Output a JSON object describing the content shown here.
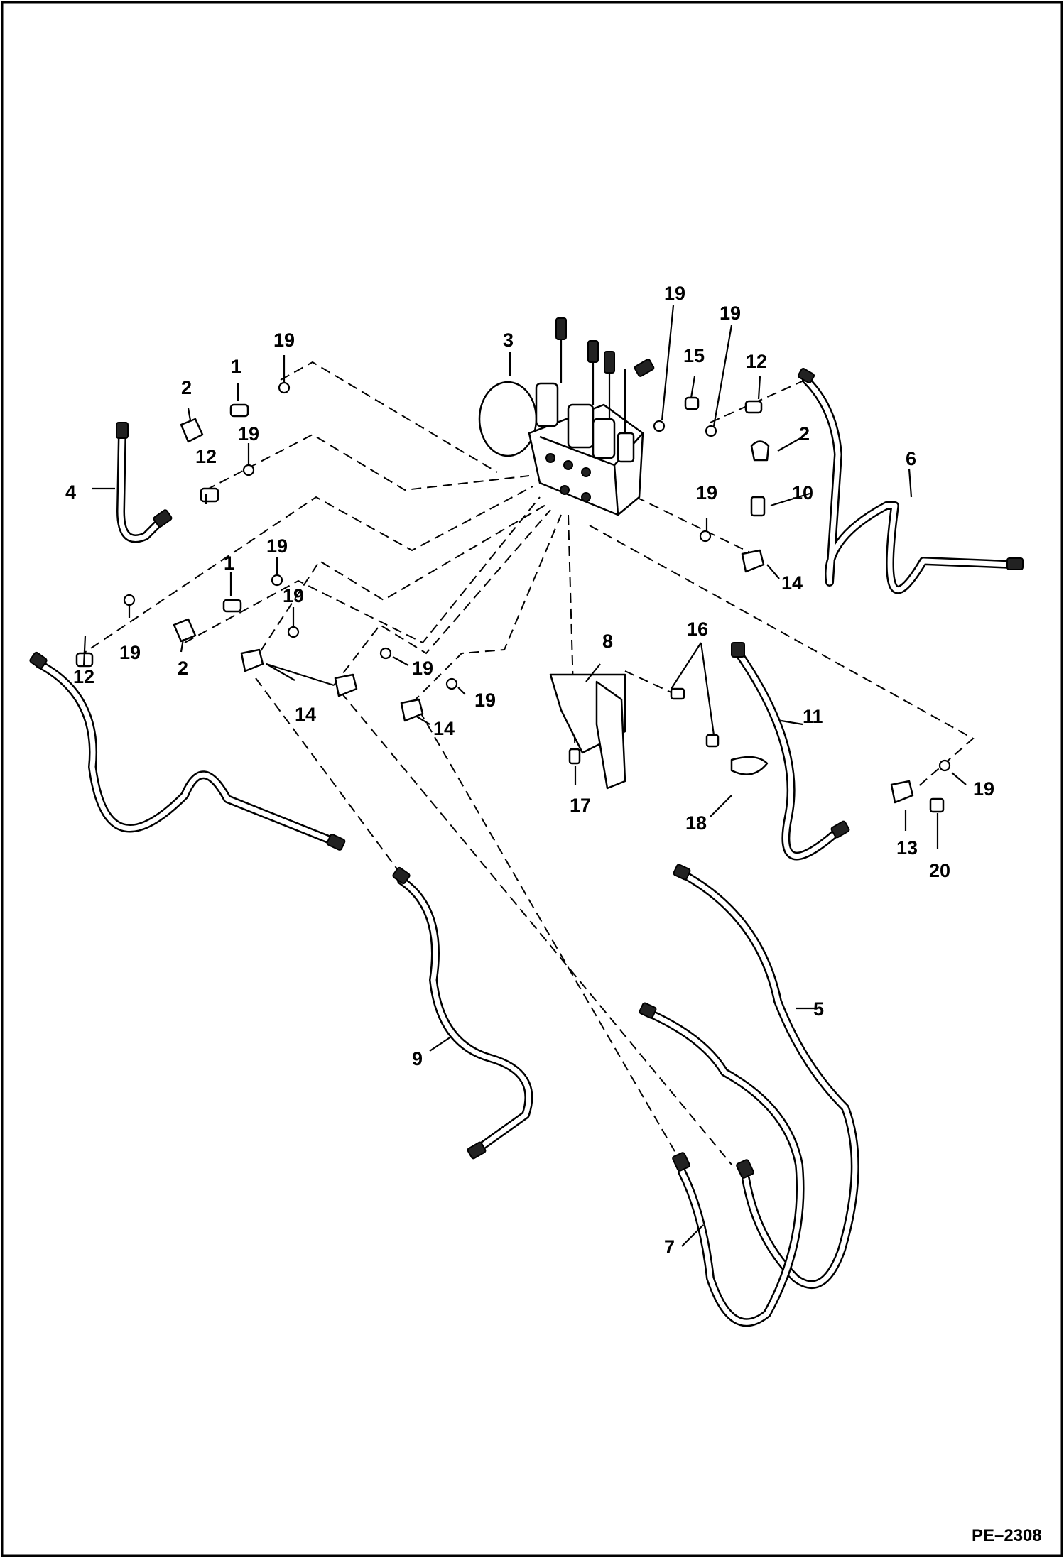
{
  "drawing_id": "PE–2308",
  "callouts": {
    "c1a": "1",
    "c1b": "1",
    "c2a": "2",
    "c2b": "2",
    "c2c": "2",
    "c3": "3",
    "c4": "4",
    "c5": "5",
    "c6": "6",
    "c7": "7",
    "c8": "8",
    "c9": "9",
    "c10": "10",
    "c11": "11",
    "c12a": "12",
    "c12b": "12",
    "c12c": "12",
    "c13": "13",
    "c14a": "14",
    "c14b": "14",
    "c14c": "14",
    "c15": "15",
    "c16": "16",
    "c17": "17",
    "c18": "18",
    "c19a": "19",
    "c19b": "19",
    "c19c": "19",
    "c19d": "19",
    "c19e": "19",
    "c19f": "19",
    "c19g": "19",
    "c19h": "19",
    "c19i": "19",
    "c19j": "19",
    "c19k": "19",
    "c20": "20"
  }
}
